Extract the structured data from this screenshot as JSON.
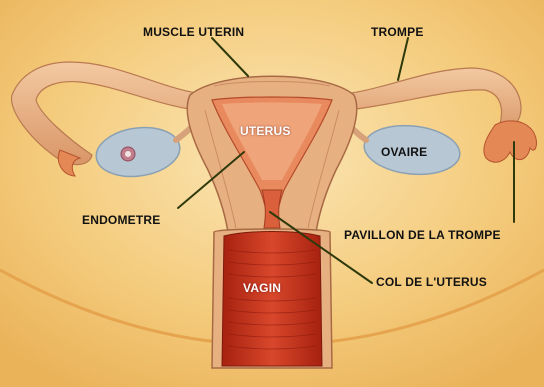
{
  "diagram": {
    "labels": {
      "muscle_uterin": "MUSCLE UTERIN",
      "trompe": "TROMPE",
      "uterus": "UTERUS",
      "ovaire": "OVAIRE",
      "endometre": "ENDOMETRE",
      "pavillon": "PAVILLON DE LA TROMPE",
      "col": "COL DE L'UTERUS",
      "vagin": "VAGIN"
    },
    "colors": {
      "background": "#f2c26a",
      "tissue": "#e7b081",
      "endometrium": "#d9603a",
      "vagina": "#c8321c",
      "ovary": "#b7c7d3",
      "leader_line": "#2e3a0c"
    }
  }
}
